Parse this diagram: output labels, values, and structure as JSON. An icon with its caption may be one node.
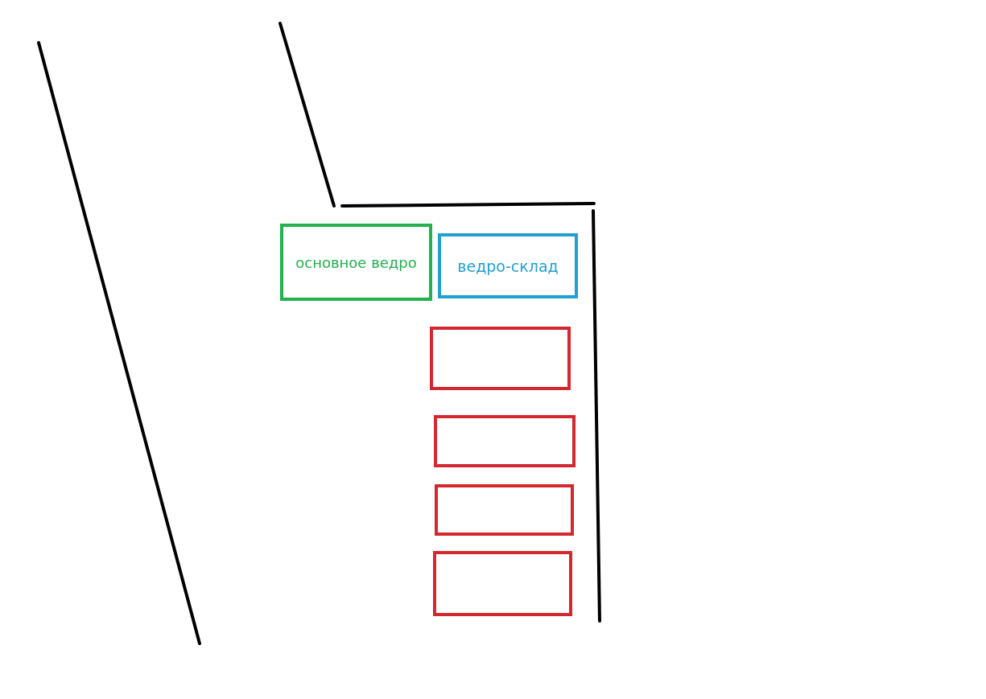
{
  "diagram": {
    "nodes": [
      {
        "text": [
          "основное ведро"
        ]
      },
      {
        "text": [
          "ведро-склад"
        ]
      },
      {
        "text": [],
        "shape": "box"
      },
      {
        "text": [],
        "shape": "box"
      },
      {
        "text": [],
        "shape": "box"
      },
      {
        "text": [],
        "shape": "box"
      }
    ]
  }
}
